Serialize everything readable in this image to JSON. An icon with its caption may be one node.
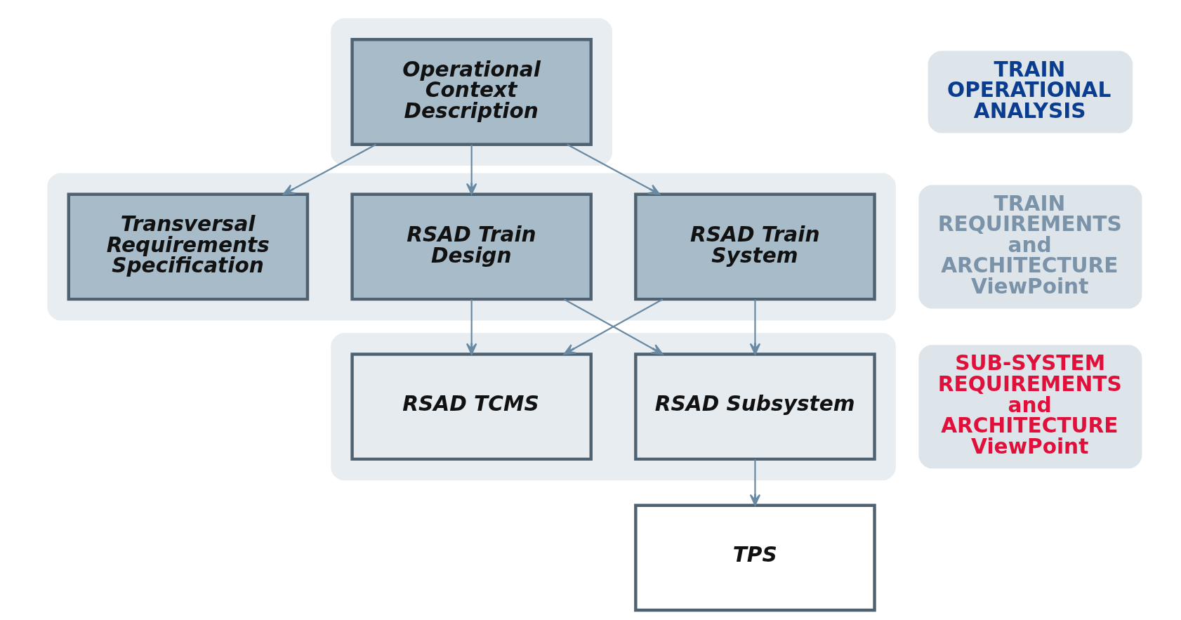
{
  "diagram": {
    "nodes": [
      {
        "text": [],
        "shape": "band"
      },
      {
        "text": [
          "Operational Context Description"
        ],
        "in": 0
      },
      {
        "text": [],
        "shape": "band"
      },
      {
        "text": [
          "RSAD Train Design"
        ],
        "in": 2
      },
      {
        "text": [
          "RSAD Train System"
        ],
        "in": 2
      },
      {
        "text": [
          "Transversal Requirements Specification"
        ],
        "in": 2
      },
      {
        "text": [],
        "shape": "band"
      },
      {
        "text": [
          "RSAD TCMS"
        ],
        "in": 6
      },
      {
        "text": [
          "RSAD Subsystem"
        ],
        "in": 6
      },
      {
        "text": [
          "TPS"
        ]
      },
      {
        "text": [
          "TRAIN OPERATIONAL ANALYSIS"
        ]
      },
      {
        "text": [
          "TRAIN REQUIREMENTS and ARCHITECTURE ViewPoint"
        ]
      },
      {
        "text": [
          "SUB-SYSTEM REQUIREMENTS and ARCHITECTURE ViewPoint"
        ]
      }
    ],
    "edges": [
      {
        "from": 1,
        "to": 3,
        "arrow": "to"
      },
      {
        "from": 1,
        "to": 4,
        "arrow": "to"
      },
      {
        "from": 1,
        "to": 5,
        "arrow": "to"
      },
      {
        "from": 3,
        "to": 7,
        "arrow": "to"
      },
      {
        "from": 3,
        "to": 8,
        "arrow": "to"
      },
      {
        "from": 4,
        "to": 7,
        "arrow": "to"
      },
      {
        "from": 4,
        "to": 8,
        "arrow": "to"
      },
      {
        "from": 8,
        "to": 9,
        "arrow": "to"
      }
    ]
  }
}
